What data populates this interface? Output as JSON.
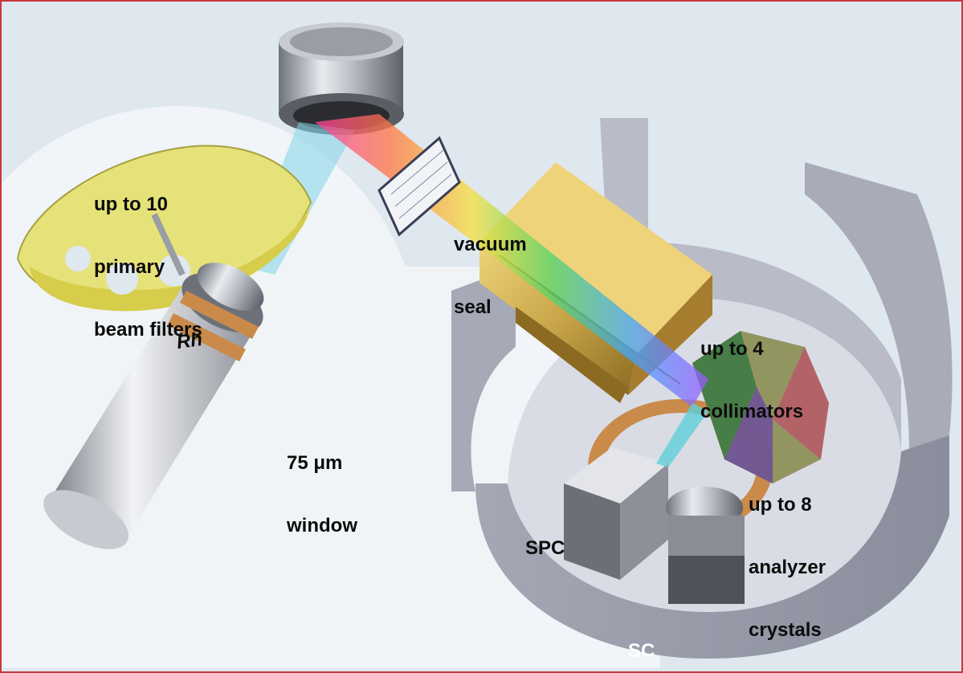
{
  "labels": {
    "filters": [
      "up to 10",
      "primary",
      "beam filters"
    ],
    "vacuum": [
      "vacuum",
      "seal"
    ],
    "collimators": [
      "up to 4",
      "collimators"
    ],
    "window": [
      "75 μm",
      "window"
    ],
    "crystals": [
      "up to 8",
      "analyzer",
      "crystals"
    ],
    "tube": "Rh",
    "spc": "SPC",
    "sc": "SC"
  },
  "colors": {
    "frame_border": "#c8373b",
    "background": "#dfe7ef",
    "housing": "#9a9dab",
    "collimator_gold": "#c9a64a",
    "filter_yellow": "#e6e27a",
    "copper": "#c98a4a"
  }
}
